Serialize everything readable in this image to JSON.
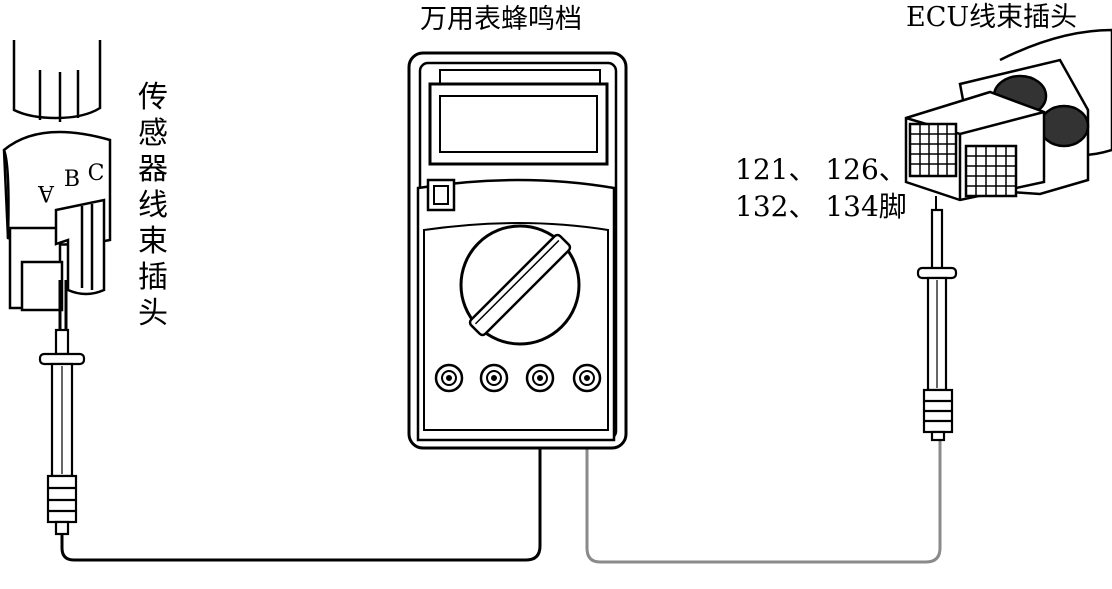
{
  "labels": {
    "meter_title": "万用表蜂鸣档",
    "ecu_title": "ECU线束插头",
    "sensor_connector": "传感器线束插头",
    "pins_line1": "121、 126、",
    "pins_line2": "132、 134脚"
  },
  "sensor_terminals": [
    "A",
    "B",
    "C"
  ],
  "colors": {
    "line": "#000000",
    "probe_lead_black": "#000000",
    "probe_lead_gray": "#8a8a8a",
    "background": "#ffffff"
  }
}
